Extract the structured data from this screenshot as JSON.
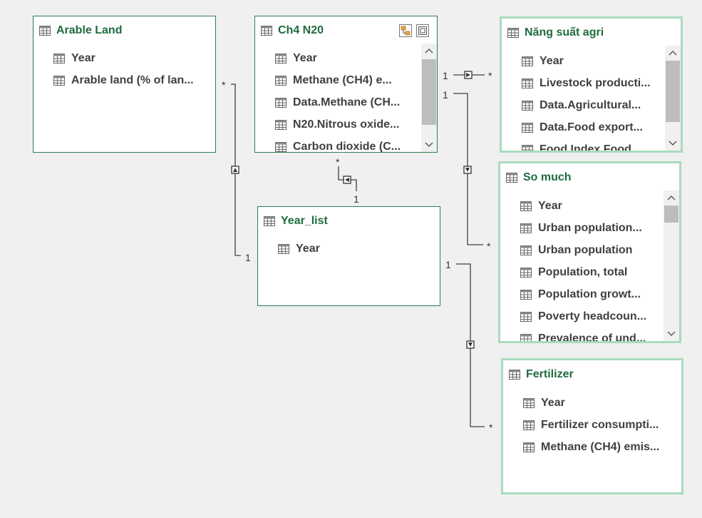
{
  "tables": {
    "arable_land": {
      "title": "Arable Land",
      "fields": [
        "Year",
        "Arable land (% of lan..."
      ]
    },
    "ch4_n20": {
      "title": "Ch4 N20",
      "fields": [
        "Year",
        "Methane (CH4) e...",
        "Data.Methane (CH...",
        "N20.Nitrous oxide...",
        "Carbon dioxide (C..."
      ]
    },
    "nang_suat_agri": {
      "title": "Năng suất agri",
      "fields": [
        "Year",
        "Livestock producti...",
        "Data.Agricultural...",
        "Data.Food export...",
        "Food Index.Food..."
      ]
    },
    "so_much": {
      "title": "So much",
      "fields": [
        "Year",
        "Urban population...",
        "Urban population",
        "Population, total",
        "Population growt...",
        "Poverty headcoun...",
        "Prevalence of und..."
      ]
    },
    "year_list": {
      "title": "Year_list",
      "fields": [
        "Year"
      ]
    },
    "fertilizer": {
      "title": "Fertilizer",
      "fields": [
        "Year",
        "Fertilizer consumpti...",
        "Methane (CH4) emis..."
      ]
    }
  },
  "relationships": {
    "arable_yearlist": {
      "many": "*",
      "one": "1"
    },
    "ch4_yearlist": {
      "many": "*",
      "one": "1"
    },
    "ch4_nangsuat": {
      "one": "1",
      "many": "*"
    },
    "ch4_somuch": {
      "one": "1",
      "many": "*"
    },
    "yearlist_fertilizer": {
      "one": "1",
      "many": "*"
    }
  },
  "colors": {
    "title_green": "#1f6b3f",
    "selected_border": "#a9dbbd",
    "table_border": "#2e7d4f",
    "canvas": "#f0f0f0"
  },
  "icons": {
    "table": "table-icon",
    "column": "column-icon",
    "header_buttons": [
      "change-view-icon",
      "restore-view-icon"
    ]
  }
}
